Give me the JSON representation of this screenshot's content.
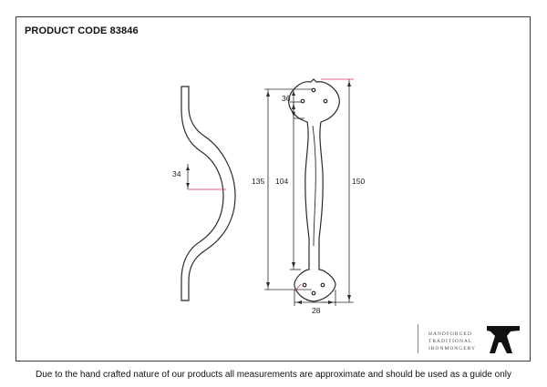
{
  "product_code": "PRODUCT CODE 83846",
  "dimensions": {
    "depth": "34",
    "overall_height_outer": "135",
    "centres": "104",
    "top_plate": "36",
    "overall_length": "150",
    "plate_width": "28"
  },
  "brand": {
    "line1": "HANDFORGED",
    "line2": "TRADITIONAL",
    "line3": "IRONMONGERY"
  },
  "disclaimer": "Due to the hand crafted nature of our products all measurements are approximate and should be used as a guide only",
  "colors": {
    "line": "#2b2b2b",
    "dimension_accent": "#d6336c"
  }
}
